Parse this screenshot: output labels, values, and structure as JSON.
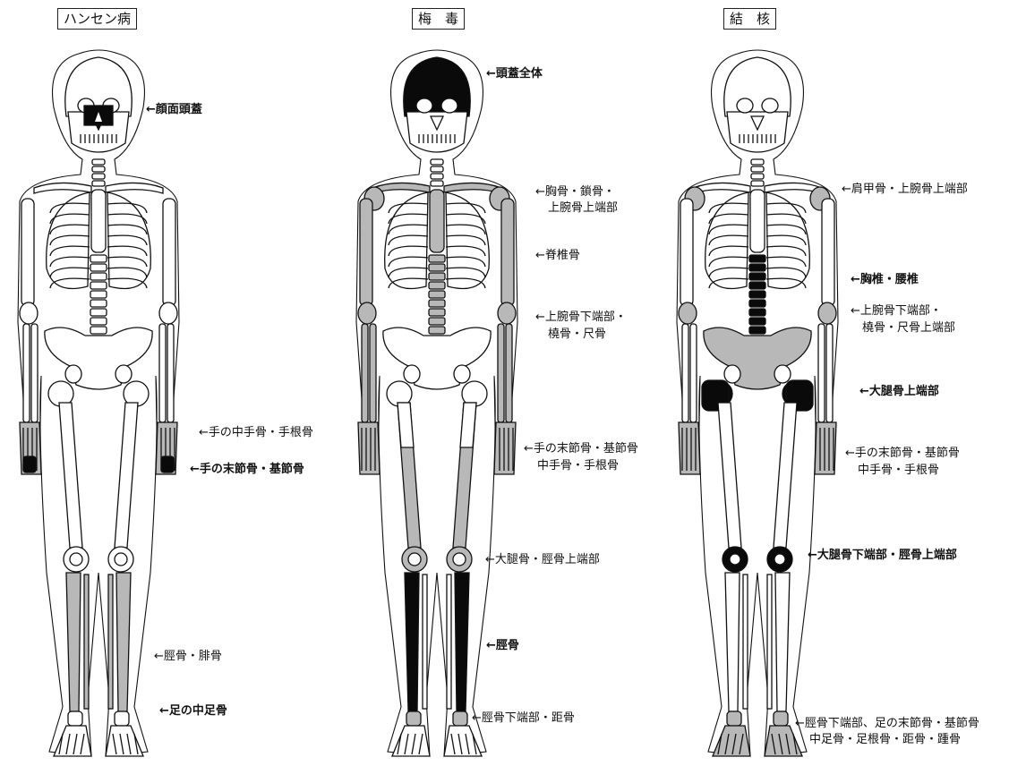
{
  "panels": [
    {
      "title": "ハンセン病",
      "labels": [
        {
          "text": "←顔面頭蓋",
          "bold": true
        },
        {
          "text": "←手の中手骨・手根骨",
          "bold": false
        },
        {
          "text": "←手の末節骨・基節骨",
          "bold": true
        },
        {
          "text": "←脛骨・腓骨",
          "bold": false
        },
        {
          "text": "←足の中足骨",
          "bold": true
        }
      ]
    },
    {
      "title": "梅　毒",
      "labels": [
        {
          "text": "←頭蓋全体",
          "bold": true
        },
        {
          "text": "←胸骨・鎖骨・",
          "bold": false
        },
        {
          "text": "上腕骨上端部",
          "bold": false
        },
        {
          "text": "←脊椎骨",
          "bold": false
        },
        {
          "text": "←上腕骨下端部・",
          "bold": false
        },
        {
          "text": "橈骨・尺骨",
          "bold": false
        },
        {
          "text": "←手の末節骨・基節骨",
          "bold": false
        },
        {
          "text": "中手骨・手根骨",
          "bold": false
        },
        {
          "text": "←大腿骨・脛骨上端部",
          "bold": false
        },
        {
          "text": "←脛骨",
          "bold": true
        },
        {
          "text": "←脛骨下端部・距骨",
          "bold": false
        }
      ]
    },
    {
      "title": "結　核",
      "labels": [
        {
          "text": "←肩甲骨・上腕骨上端部",
          "bold": false
        },
        {
          "text": "←胸椎・腰椎",
          "bold": true
        },
        {
          "text": "←上腕骨下端部・",
          "bold": false
        },
        {
          "text": "橈骨・尺骨上端部",
          "bold": false
        },
        {
          "text": "←大腿骨上端部",
          "bold": true
        },
        {
          "text": "←手の末節骨・基節骨",
          "bold": false
        },
        {
          "text": "中手骨・手根骨",
          "bold": false
        },
        {
          "text": "←大腿骨下端部・脛骨上端部",
          "bold": true
        },
        {
          "text": "←脛骨下端部、足の末節骨・基節骨",
          "bold": false
        },
        {
          "text": "中足骨・足根骨・距骨・踵骨",
          "bold": false
        }
      ]
    }
  ],
  "colors": {
    "line": "#111111",
    "shade": "#b8b8b8",
    "solid": "#0a0a0a",
    "fill": "#ffffff"
  }
}
